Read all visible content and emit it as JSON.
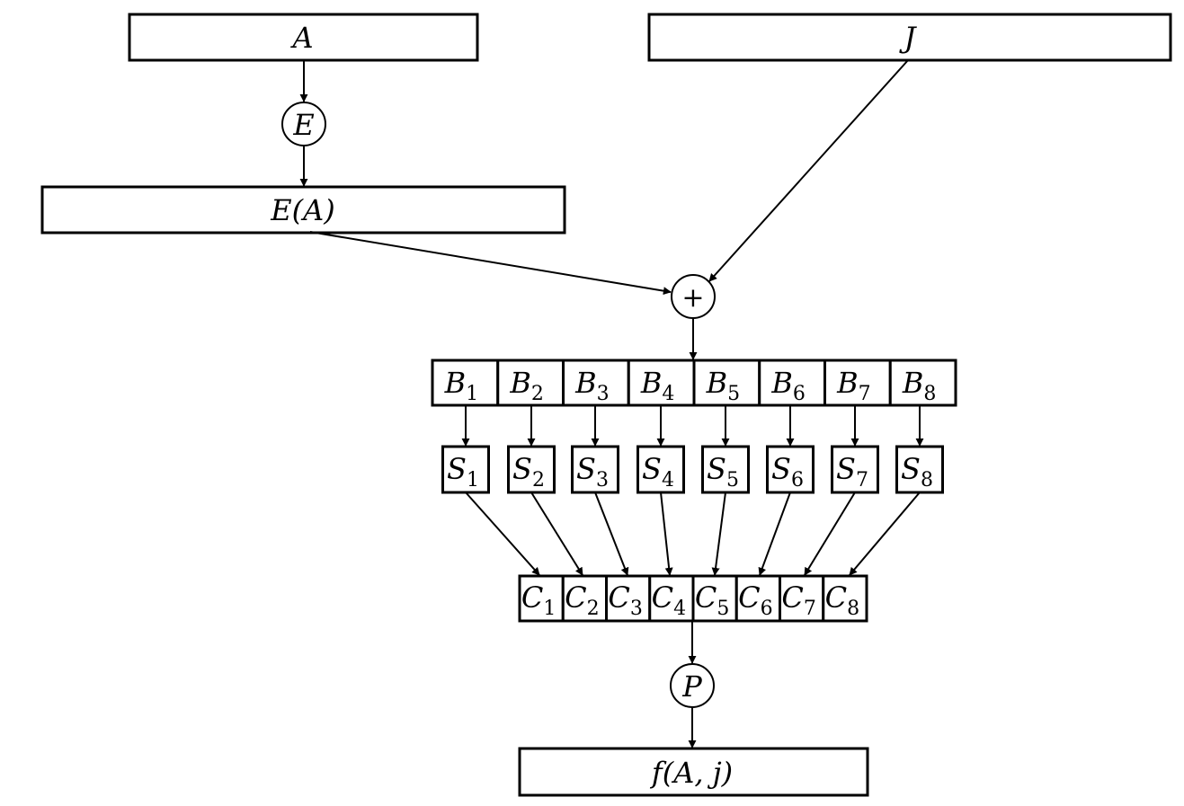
{
  "input_a": "A",
  "input_j": "J",
  "op_e": "E",
  "expanded_a": "E(A)",
  "op_xor": "+",
  "b_blocks": [
    {
      "letter": "B",
      "index": "1"
    },
    {
      "letter": "B",
      "index": "2"
    },
    {
      "letter": "B",
      "index": "3"
    },
    {
      "letter": "B",
      "index": "4"
    },
    {
      "letter": "B",
      "index": "5"
    },
    {
      "letter": "B",
      "index": "6"
    },
    {
      "letter": "B",
      "index": "7"
    },
    {
      "letter": "B",
      "index": "8"
    }
  ],
  "s_boxes": [
    {
      "letter": "S",
      "index": "1"
    },
    {
      "letter": "S",
      "index": "2"
    },
    {
      "letter": "S",
      "index": "3"
    },
    {
      "letter": "S",
      "index": "4"
    },
    {
      "letter": "S",
      "index": "5"
    },
    {
      "letter": "S",
      "index": "6"
    },
    {
      "letter": "S",
      "index": "7"
    },
    {
      "letter": "S",
      "index": "8"
    }
  ],
  "c_blocks": [
    {
      "letter": "C",
      "index": "1"
    },
    {
      "letter": "C",
      "index": "2"
    },
    {
      "letter": "C",
      "index": "3"
    },
    {
      "letter": "C",
      "index": "4"
    },
    {
      "letter": "C",
      "index": "5"
    },
    {
      "letter": "C",
      "index": "6"
    },
    {
      "letter": "C",
      "index": "7"
    },
    {
      "letter": "C",
      "index": "8"
    }
  ],
  "op_p": "P",
  "output": "f(A, j)"
}
